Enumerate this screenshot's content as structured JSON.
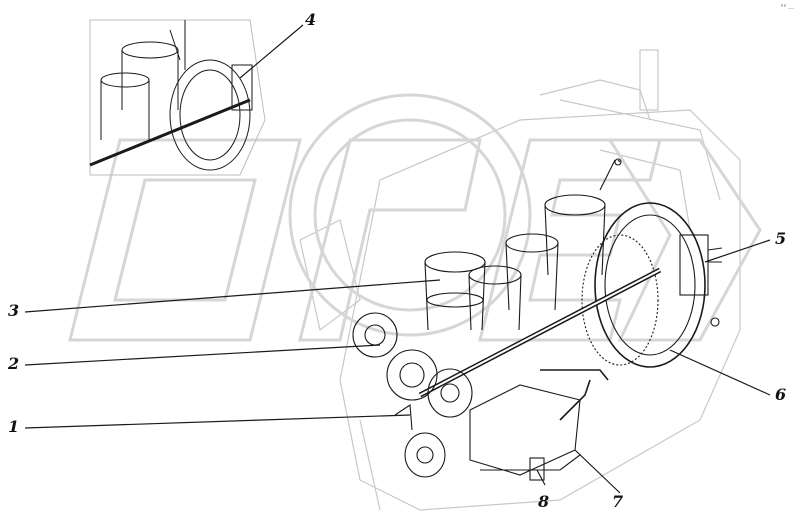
{
  "watermark": {
    "text": "OPEX",
    "color": "#e6e6e6"
  },
  "corner_mark": "°° ...",
  "callouts": [
    {
      "id": "1",
      "text": "1"
    },
    {
      "id": "2",
      "text": "2"
    },
    {
      "id": "3",
      "text": "3"
    },
    {
      "id": "4",
      "text": "4"
    },
    {
      "id": "5",
      "text": "5"
    },
    {
      "id": "6",
      "text": "6"
    },
    {
      "id": "7",
      "text": "7"
    },
    {
      "id": "8",
      "text": "8"
    }
  ],
  "colors": {
    "ink": "#1a1a1a",
    "ghost": "#c8c8c8",
    "paper": "#ffffff"
  }
}
